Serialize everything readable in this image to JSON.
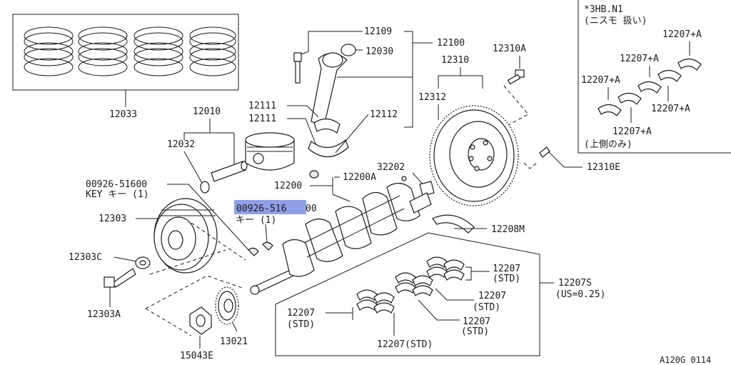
{
  "diagram_id": "A120G 0114",
  "callouts": {
    "p12033": "12033",
    "p12010": "12010",
    "p12032": "12032",
    "p12109": "12109",
    "p12100": "12100",
    "p12030": "12030",
    "p12111a": "12111",
    "p12111b": "12111",
    "p12112": "12112",
    "p12310": "12310",
    "p12310A": "12310A",
    "p12312": "12312",
    "p12310E": "12310E",
    "p32202": "32202",
    "p12200A": "12200A",
    "p12200": "12200",
    "p00926a": "00926-51600",
    "p00926a_note": "KEY キー (1)",
    "p00926b": "00926-51600",
    "p00926b_note": "キー (1)",
    "p12303": "12303",
    "p12303C": "12303C",
    "p12303A": "12303A",
    "p13021": "13021",
    "p15043E": "15043E",
    "p12208M": "12208M",
    "p12207S": "12207S",
    "p12207S_note": "(US=0.25)",
    "b1": "12207",
    "b1n": "(STD)",
    "b2": "12207",
    "b2n": "(STD)",
    "b3": "12207",
    "b3n": "(STD)",
    "b4": "12207",
    "b4n": "(STD)",
    "b5": "12207(STD)"
  },
  "inset": {
    "header1": "*3HB.N1",
    "header2": "(ニスモ 扱い)",
    "a1": "12207+A",
    "a2": "12207+A",
    "a3": "12207+A",
    "a4": "12207+A",
    "a5": "12207+A",
    "footer": "(上側のみ)"
  },
  "highlight": {
    "label": "00926-516",
    "color": "#8f9fe6"
  }
}
